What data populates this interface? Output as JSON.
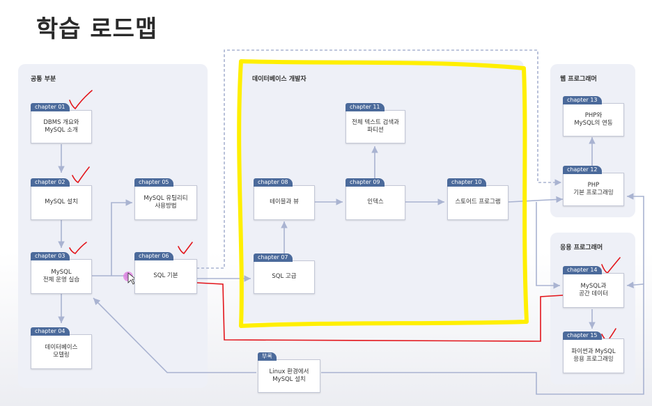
{
  "title": "학습 로드맵",
  "sections": {
    "common": "공통 부분",
    "db_dev": "데이터베이스 개발자",
    "web": "웹 프로그래머",
    "app": "응용 프로그래머"
  },
  "chapters": {
    "ch01": {
      "tag": "chapter 01",
      "label": "DBMS 개요와\nMySQL 소개"
    },
    "ch02": {
      "tag": "chapter 02",
      "label": "MySQL 설치"
    },
    "ch03": {
      "tag": "chapter 03",
      "label": "MySQL\n전체 운영 실습"
    },
    "ch04": {
      "tag": "chapter 04",
      "label": "데이터베이스\n모델링"
    },
    "ch05": {
      "tag": "chapter 05",
      "label": "MySQL 유틸리티\n사용방법"
    },
    "ch06": {
      "tag": "chapter 06",
      "label": "SQL 기본"
    },
    "ch07": {
      "tag": "chapter 07",
      "label": "SQL 고급"
    },
    "ch08": {
      "tag": "chapter 08",
      "label": "테이블과 뷰"
    },
    "ch09": {
      "tag": "chapter 09",
      "label": "인덱스"
    },
    "ch10": {
      "tag": "chapter 10",
      "label": "스토어드 프로그램"
    },
    "ch11": {
      "tag": "chapter 11",
      "label": "전체 텍스트 검색과\n파티션"
    },
    "ch12": {
      "tag": "chapter 12",
      "label": "PHP\n기본 프로그래밍"
    },
    "ch13": {
      "tag": "chapter 13",
      "label": "PHP와\nMySQL의 연동"
    },
    "ch14": {
      "tag": "chapter 14",
      "label": "MySQL과\n공간 데이터"
    },
    "ch15": {
      "tag": "chapter 15",
      "label": "파이썬과 MySQL\n응용 프로그래밍"
    },
    "appendix": {
      "tag": "부록",
      "label": "Linux 환경에서\nMySQL 설치"
    }
  },
  "colors": {
    "tag": "#4b6a9b",
    "arrow": "#a9b3d1",
    "highlight": "#ffef00",
    "annotation": "#e3151b"
  }
}
